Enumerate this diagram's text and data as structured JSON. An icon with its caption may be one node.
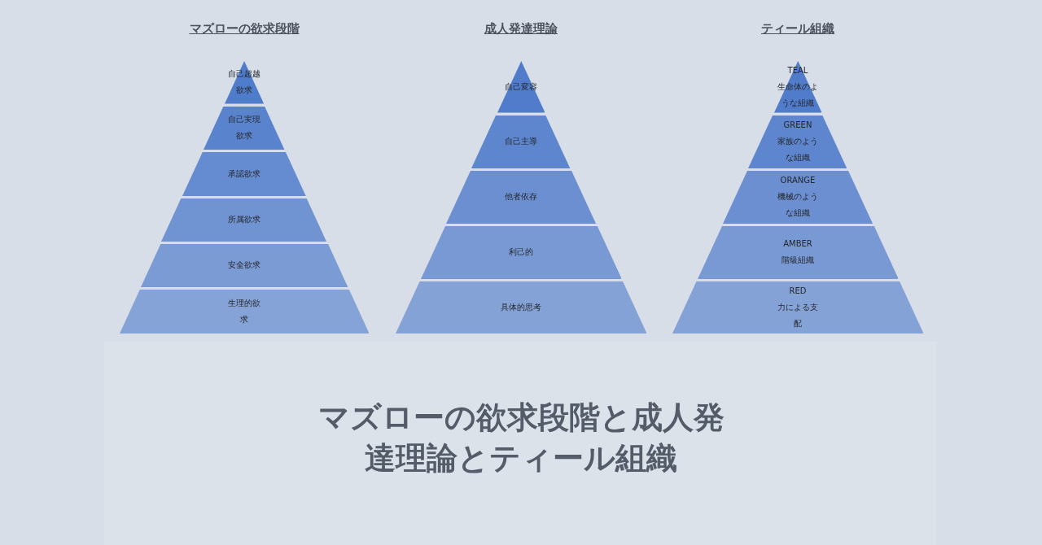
{
  "diagram": {
    "title": "マズローの欲求段階と成人発達理論とティール組織",
    "nodes": [
      {
        "text": [
          "自己超越欲求"
        ]
      },
      {
        "text": [
          "自己実現欲求"
        ]
      },
      {
        "text": [
          "承認欲求"
        ]
      },
      {
        "text": [
          "所属欲求"
        ]
      },
      {
        "text": [
          "安全欲求"
        ]
      },
      {
        "text": [
          "生理的欲求"
        ]
      },
      {
        "text": [
          "自己変容"
        ]
      },
      {
        "text": [
          "自己主導"
        ]
      },
      {
        "text": [
          "他者依存"
        ]
      },
      {
        "text": [
          "利己的"
        ]
      },
      {
        "text": [
          "具体的思考"
        ]
      },
      {
        "text": [
          "TEAL",
          "生命体のような組織"
        ]
      },
      {
        "text": [
          "GREEN",
          "家族のような組織"
        ]
      },
      {
        "text": [
          "ORANGE",
          "機械のような組織"
        ]
      },
      {
        "text": [
          "AMBER",
          "階級組織"
        ]
      },
      {
        "text": [
          "RED",
          "力による支配"
        ]
      }
    ],
    "labels": [
      "マズローの欲求段階",
      "成人発達理論",
      "ティール組織"
    ]
  }
}
